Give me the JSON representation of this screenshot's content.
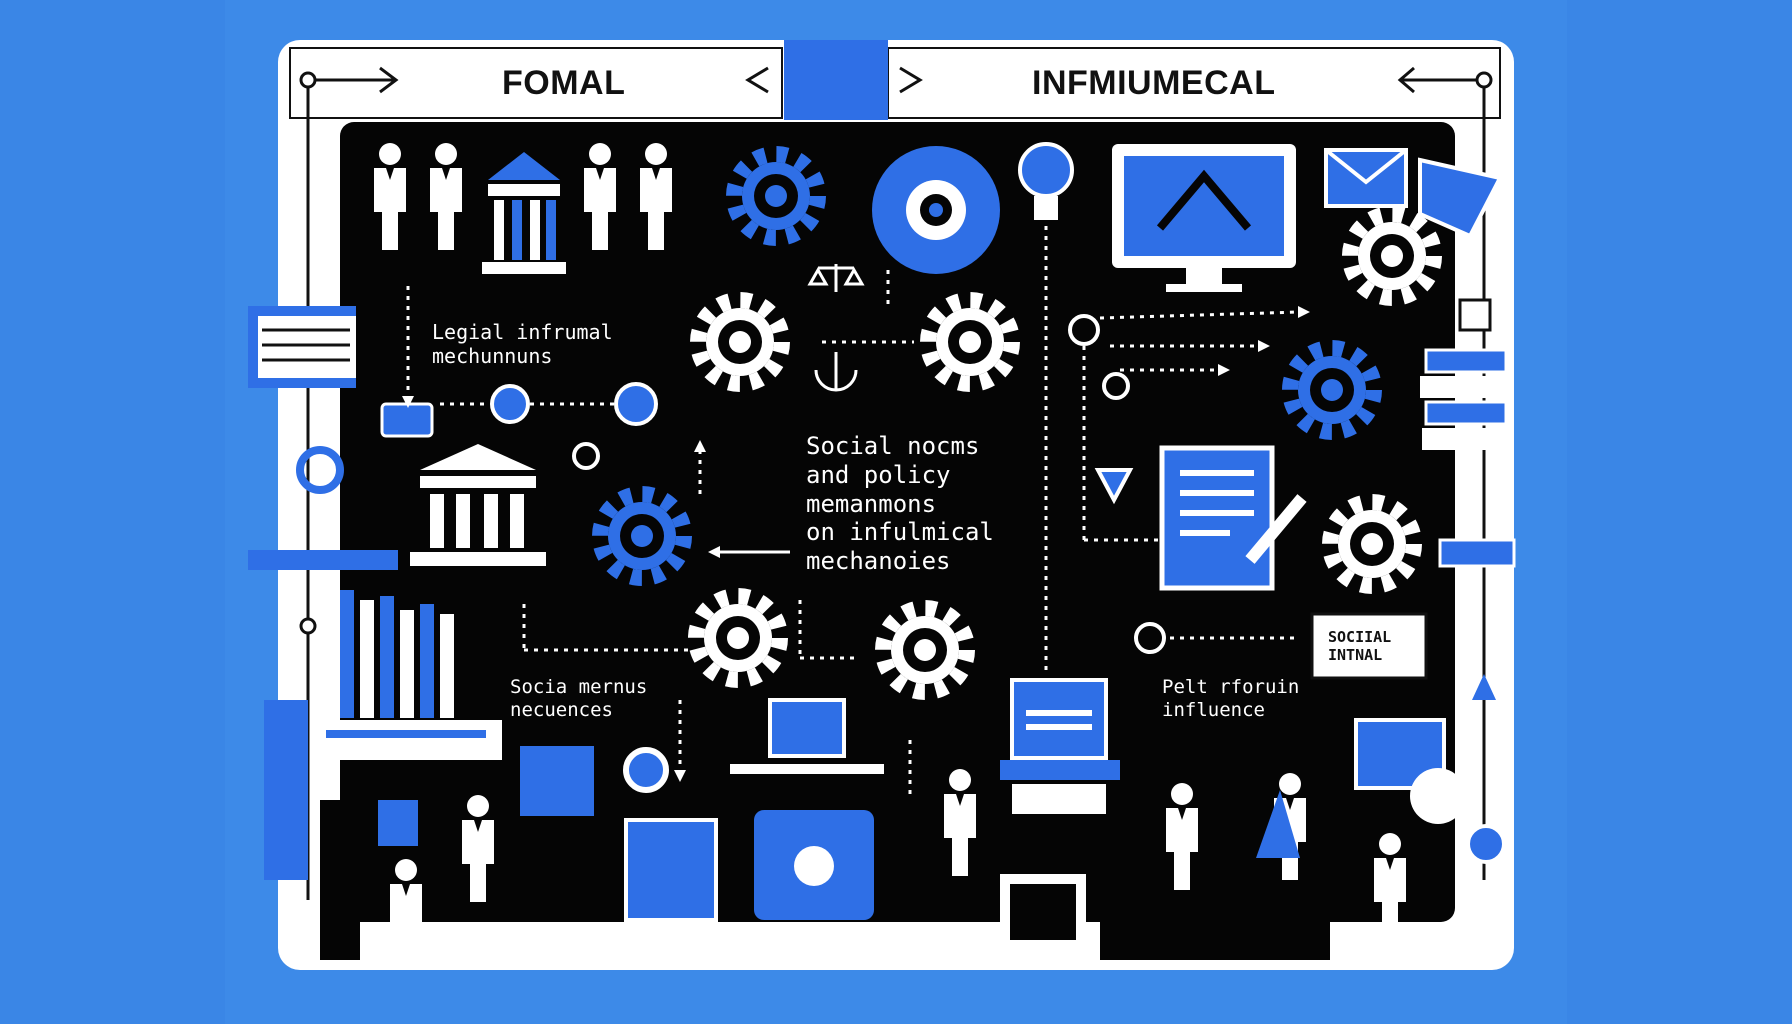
{
  "titles": {
    "formal": "FOMAL",
    "informal": "INFMIUMECAL"
  },
  "labels": {
    "legal": "Legial infrumal\nmechunnuns",
    "center": "Social nocms\nand policy\nmemanmons\non infulmical\nmechanoies",
    "socia": "Socia mernus\nnecuences",
    "peer": "Pelt rforuin\ninfluence",
    "sign": "SOCIIAL\nINTNAL"
  },
  "colors": {
    "background": "#3d8ae8",
    "panel": "#050505",
    "accent": "#2f6fe6",
    "frame": "#ffffff"
  },
  "icons": [
    "people-icon",
    "bank-building-icon",
    "gear-icon",
    "target-icon",
    "lightbulb-icon",
    "monitor-icon",
    "envelope-icon",
    "scales-icon",
    "books-icon",
    "magnifier-icon",
    "document-pen-icon",
    "calendar-icon",
    "person-icon",
    "sign-board-icon",
    "arrow-up-icon"
  ]
}
